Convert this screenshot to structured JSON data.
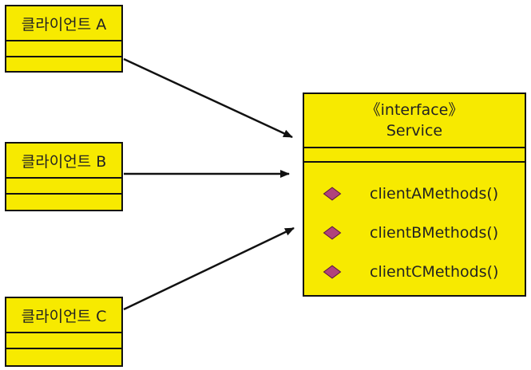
{
  "colors": {
    "class_fill": "#f7ea00",
    "line": "#111111",
    "method_icon": "#b0427c"
  },
  "clients": [
    {
      "name": "클라이언트 A"
    },
    {
      "name": "클라이언트 B"
    },
    {
      "name": "클라이언트 C"
    }
  ],
  "service": {
    "stereotype": "《interface》",
    "name": "Service",
    "methods": [
      {
        "name": "clientAMethods()",
        "icon": "diamond-icon"
      },
      {
        "name": "clientBMethods()",
        "icon": "diamond-icon"
      },
      {
        "name": "clientCMethods()",
        "icon": "diamond-icon"
      }
    ]
  }
}
